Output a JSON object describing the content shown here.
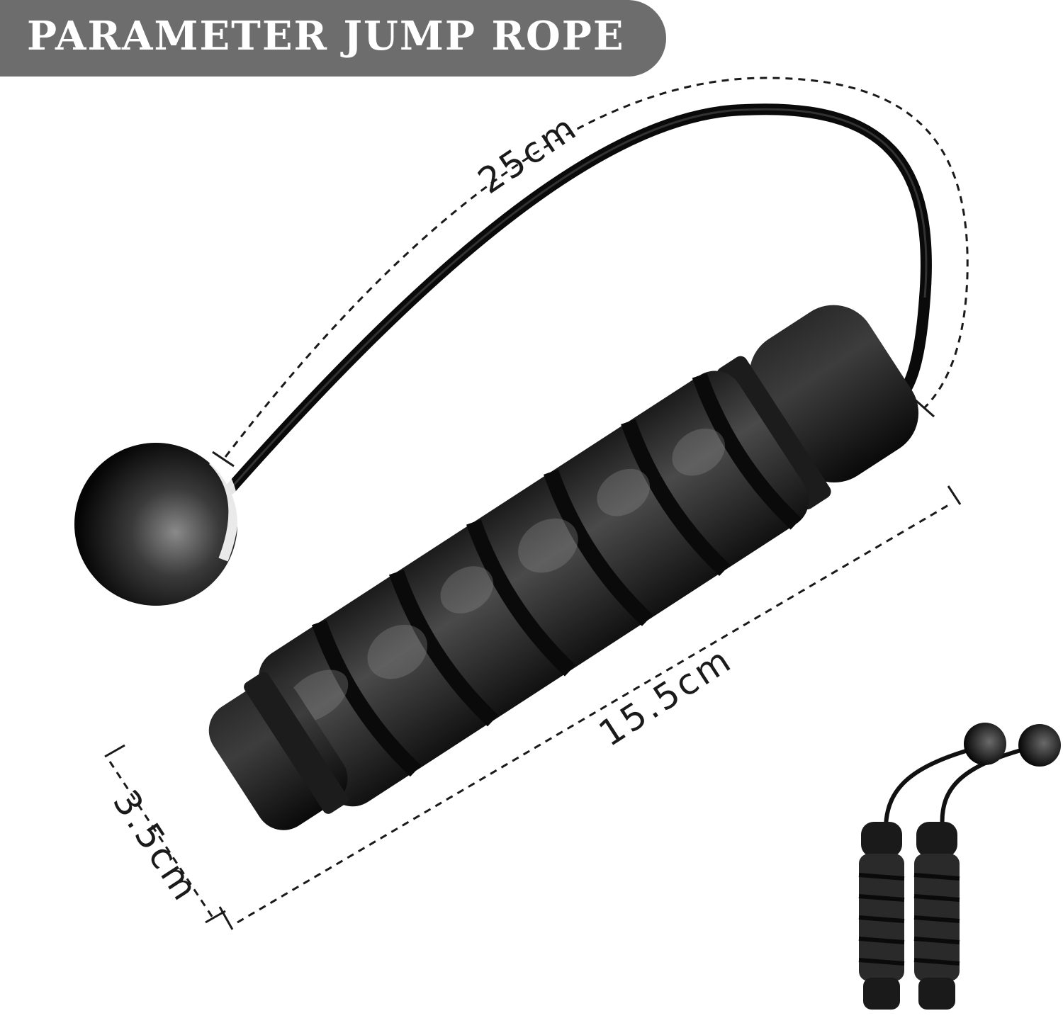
{
  "header": {
    "title": "PARAMETER JUMP ROPE"
  },
  "dimensions": {
    "rope_length": "25cm",
    "handle_length": "15.5cm",
    "handle_diameter": "3.5cm"
  },
  "colors": {
    "banner": "#6d6d6d",
    "banner_text": "#ffffff",
    "product": "#111111",
    "dimension_lines": "#1a1a1a"
  }
}
